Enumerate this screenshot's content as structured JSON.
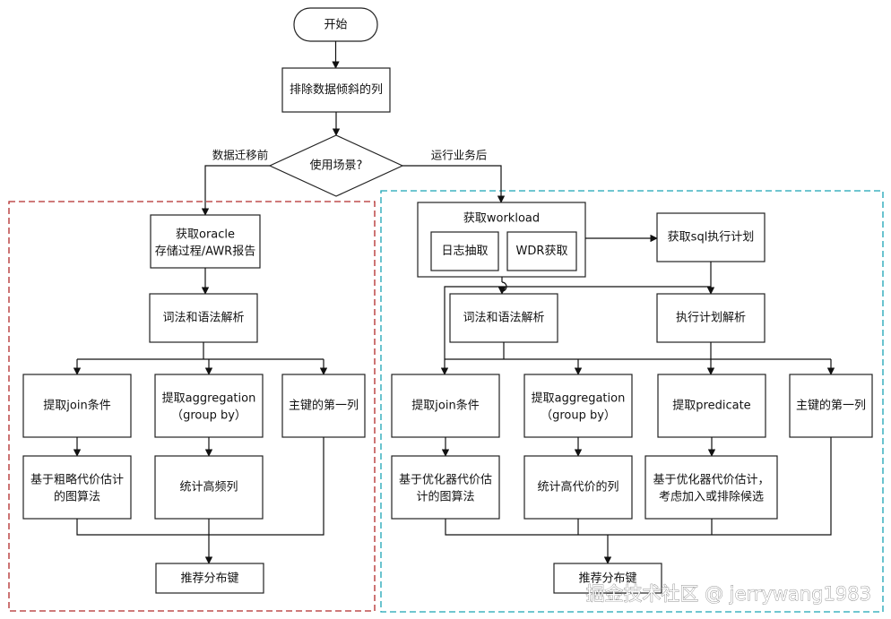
{
  "diagram": {
    "nodes": {
      "start": "开始",
      "exclude_skew": "排除数据倾斜的列",
      "decision": "使用场景?",
      "oracle_line1": "获取oracle",
      "oracle_line2": "存储过程/AWR报告",
      "left_parse": "词法和语法解析",
      "left_join": "提取join条件",
      "left_agg_line1": "提取aggregation",
      "left_agg_line2": "（group by）",
      "left_pk": "主键的第一列",
      "left_graph_line1": "基于粗略代价估计",
      "left_graph_line2": "的图算法",
      "left_freq": "统计高频列",
      "left_recommend": "推荐分布键",
      "workload": "获取workload",
      "log_extract": "日志抽取",
      "wdr": "WDR获取",
      "get_sql_plan": "获取sql执行计划",
      "right_parse": "词法和语法解析",
      "plan_parse": "执行计划解析",
      "right_join": "提取join条件",
      "right_agg_line1": "提取aggregation",
      "right_agg_line2": "（group by）",
      "right_predicate": "提取predicate",
      "right_pk": "主键的第一列",
      "right_graph_line1": "基于优化器代价估",
      "right_graph_line2": "计的图算法",
      "right_cost": "统计高代价的列",
      "right_opt_line1": "基于优化器代价估计，",
      "right_opt_line2": "考虑加入或排除候选",
      "right_recommend": "推荐分布键"
    },
    "edge_labels": {
      "before_migration": "数据迁移前",
      "after_running": "运行业务后"
    },
    "watermark": "掘金技术社区 @ jerrywang1983",
    "colors": {
      "left_region_border": "#b22a2a",
      "right_region_border": "#1aa3b5"
    }
  }
}
